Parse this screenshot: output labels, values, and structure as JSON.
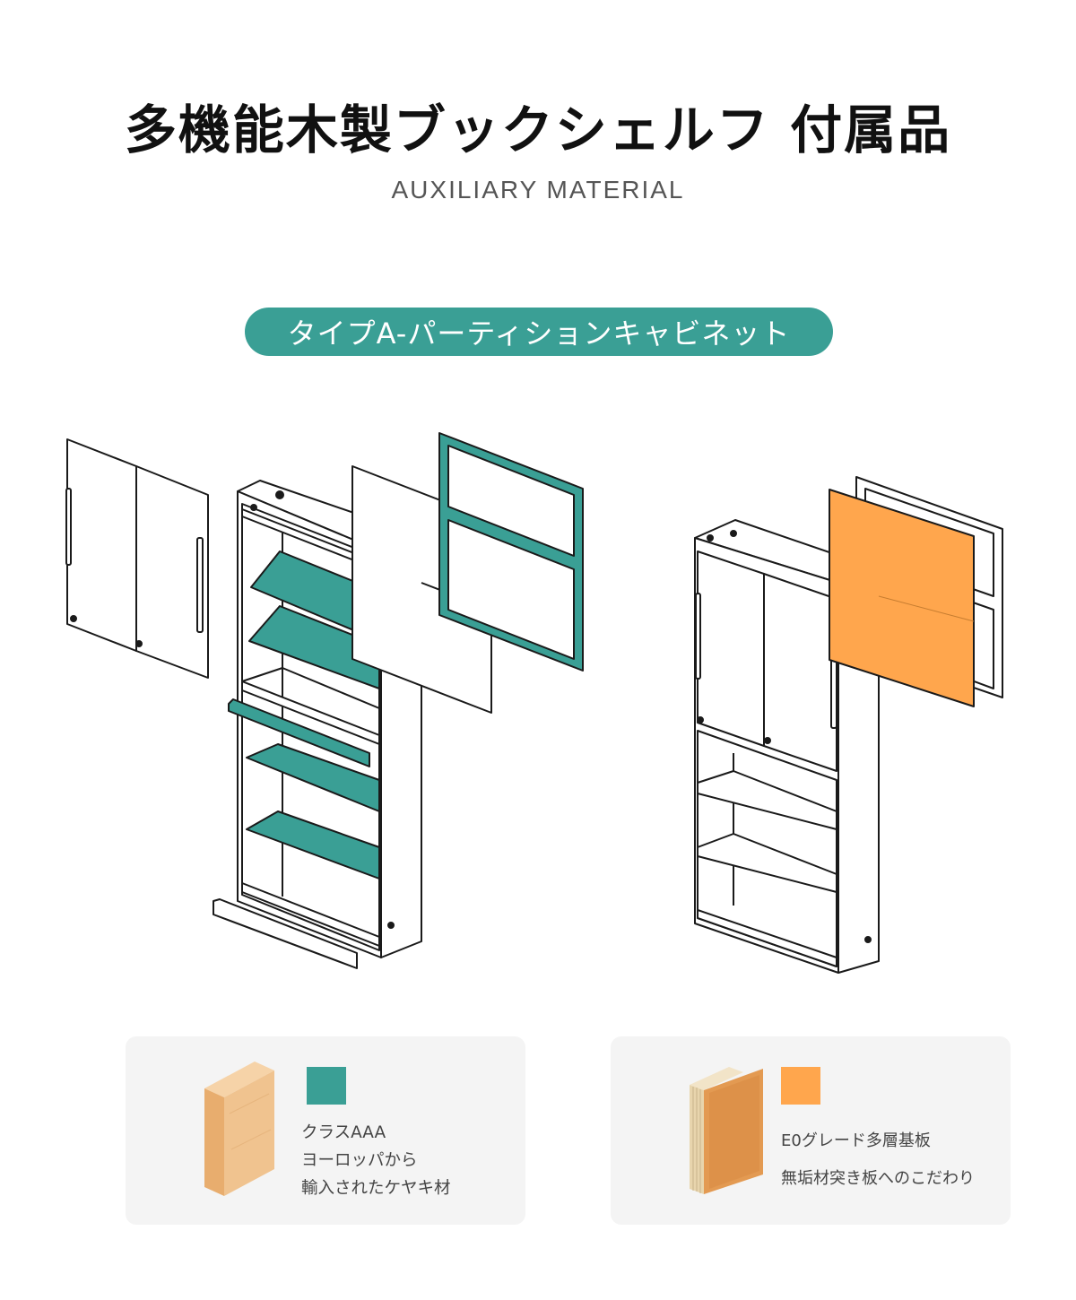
{
  "header": {
    "title": "多機能木製ブックシェルフ 付属品",
    "subtitle": "AUXILIARY MATERIAL"
  },
  "type_label": "タイプA-パーティションキャビネット",
  "colors": {
    "teal": "#3a9f95",
    "orange": "#ffa64d",
    "card_bg": "#f4f4f4"
  },
  "materials": [
    {
      "swatch_color": "#3a9f95",
      "lines": [
        "クラスAAA",
        "ヨーロッパから",
        "輸入されたケヤキ材"
      ]
    },
    {
      "swatch_color": "#ffa64d",
      "lines": [
        "E0グレード多層基板",
        "無垢材突き板へのこだわり"
      ]
    }
  ]
}
